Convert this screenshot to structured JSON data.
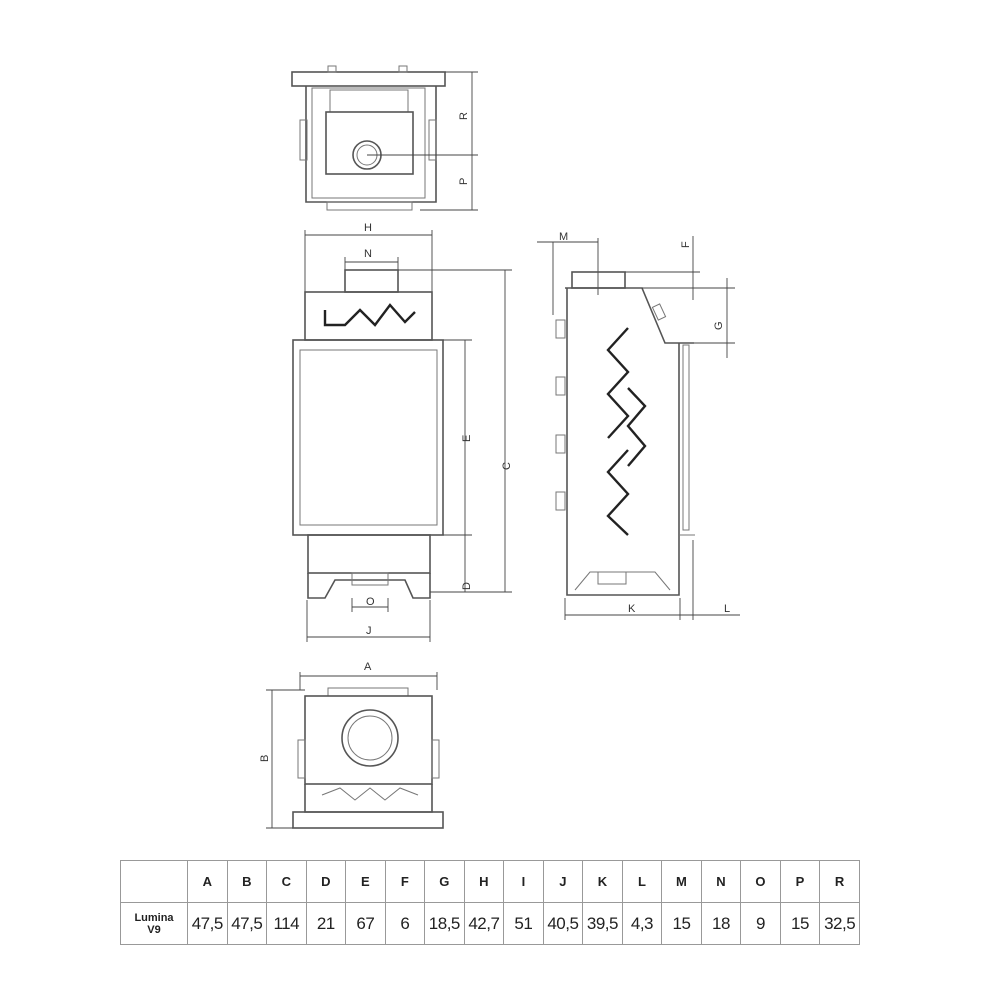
{
  "drawing": {
    "labels": {
      "A": "A",
      "B": "B",
      "C": "C",
      "D": "D",
      "E": "E",
      "F": "F",
      "G": "G",
      "H": "H",
      "J": "J",
      "K": "K",
      "L": "L",
      "M": "M",
      "N": "N",
      "O": "O",
      "P": "P",
      "R": "R"
    }
  },
  "table": {
    "headers": [
      "A",
      "B",
      "C",
      "D",
      "E",
      "F",
      "G",
      "H",
      "I",
      "J",
      "K",
      "L",
      "M",
      "N",
      "O",
      "P",
      "R"
    ],
    "rows": [
      {
        "name_line1": "Lumina",
        "name_line2": "V9",
        "values": [
          "47,5",
          "47,5",
          "114",
          "21",
          "67",
          "6",
          "18,5",
          "42,7",
          "51",
          "40,5",
          "39,5",
          "4,3",
          "15",
          "18",
          "9",
          "15",
          "32,5"
        ]
      }
    ]
  }
}
